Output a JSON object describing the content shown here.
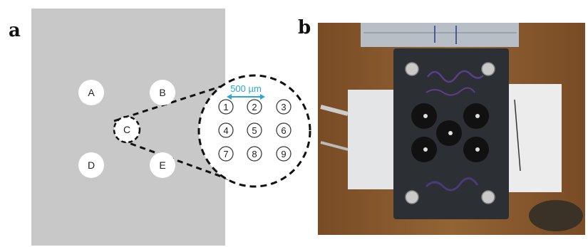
{
  "panels": {
    "a": {
      "label": "a",
      "spots": [
        "A",
        "B",
        "C",
        "D",
        "E"
      ],
      "zoom_points": [
        "1",
        "2",
        "3",
        "4",
        "5",
        "6",
        "7",
        "8",
        "9"
      ],
      "scale_bar": "500 µm",
      "colors": {
        "background": "#c8c8c8",
        "spot": "#ffffff",
        "scale": "#2aa7d6"
      }
    },
    "b": {
      "label": "b",
      "description_icon": "photo-sample-holder"
    }
  }
}
